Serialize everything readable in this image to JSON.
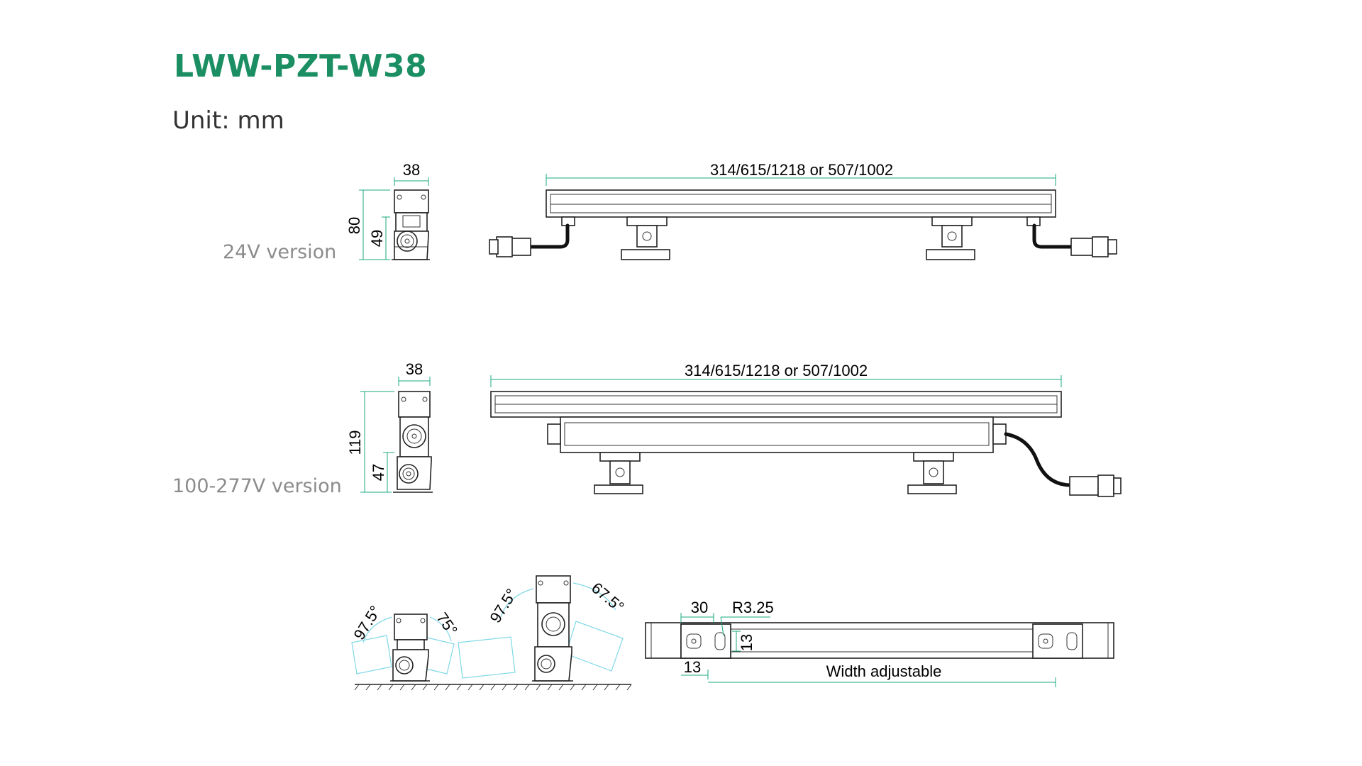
{
  "header": {
    "title": "LWW-PZT-W38",
    "unit": "Unit: mm"
  },
  "versions": {
    "v24": "24V version",
    "v100_277": "100-277V version"
  },
  "dimensions": {
    "v24_width": "38",
    "v24_height_total": "80",
    "v24_height_bracket": "49",
    "v24_length": "314/615/1218 or 507/1002",
    "hv_width": "38",
    "hv_height_total": "119",
    "hv_height_bracket": "47",
    "hv_length": "314/615/1218 or 507/1002",
    "tilt_small_left": "97.5°",
    "tilt_small_right": "75°",
    "tilt_large_left": "97.5°",
    "tilt_large_right": "67.5°",
    "bottom_slot_length": "30",
    "bottom_radius": "R3.25",
    "bottom_slot_width": "13",
    "bottom_edge_offset": "13",
    "bottom_note": "Width adjustable"
  },
  "colors": {
    "title": "#1b8f63",
    "dimension_line": "#1aa87f",
    "ghost_outline": "#7fd8e6",
    "version_label": "#8c8c8c"
  }
}
